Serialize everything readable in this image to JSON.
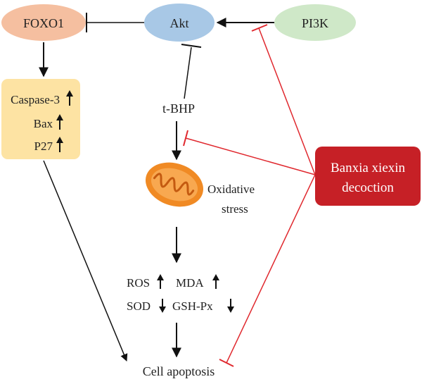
{
  "nodes": {
    "foxo1": "FOXO1",
    "akt": "Akt",
    "pi3k": "PI3K",
    "caspase3": "Caspase-3",
    "bax": "Bax",
    "p27": "P27",
    "tbhp": "t-BHP",
    "oxidative_line1": "Oxidative",
    "oxidative_line2": "stress",
    "ros": "ROS",
    "mda": "MDA",
    "sod": "SOD",
    "gshpx": "GSH-Px",
    "apoptosis": "Cell apoptosis",
    "banxia_line1": "Banxia xiexin",
    "banxia_line2": "decoction"
  },
  "colors": {
    "foxo1_fill": "#f5bfa0",
    "akt_fill": "#a8c8e6",
    "pi3k_fill": "#cfe8c8",
    "protein_box_fill": "#fde3a3",
    "banxia_fill": "#c62026",
    "inhibit_line": "#e0282e",
    "mito_outer": "#f08a24",
    "mito_inner": "#c45a10"
  }
}
